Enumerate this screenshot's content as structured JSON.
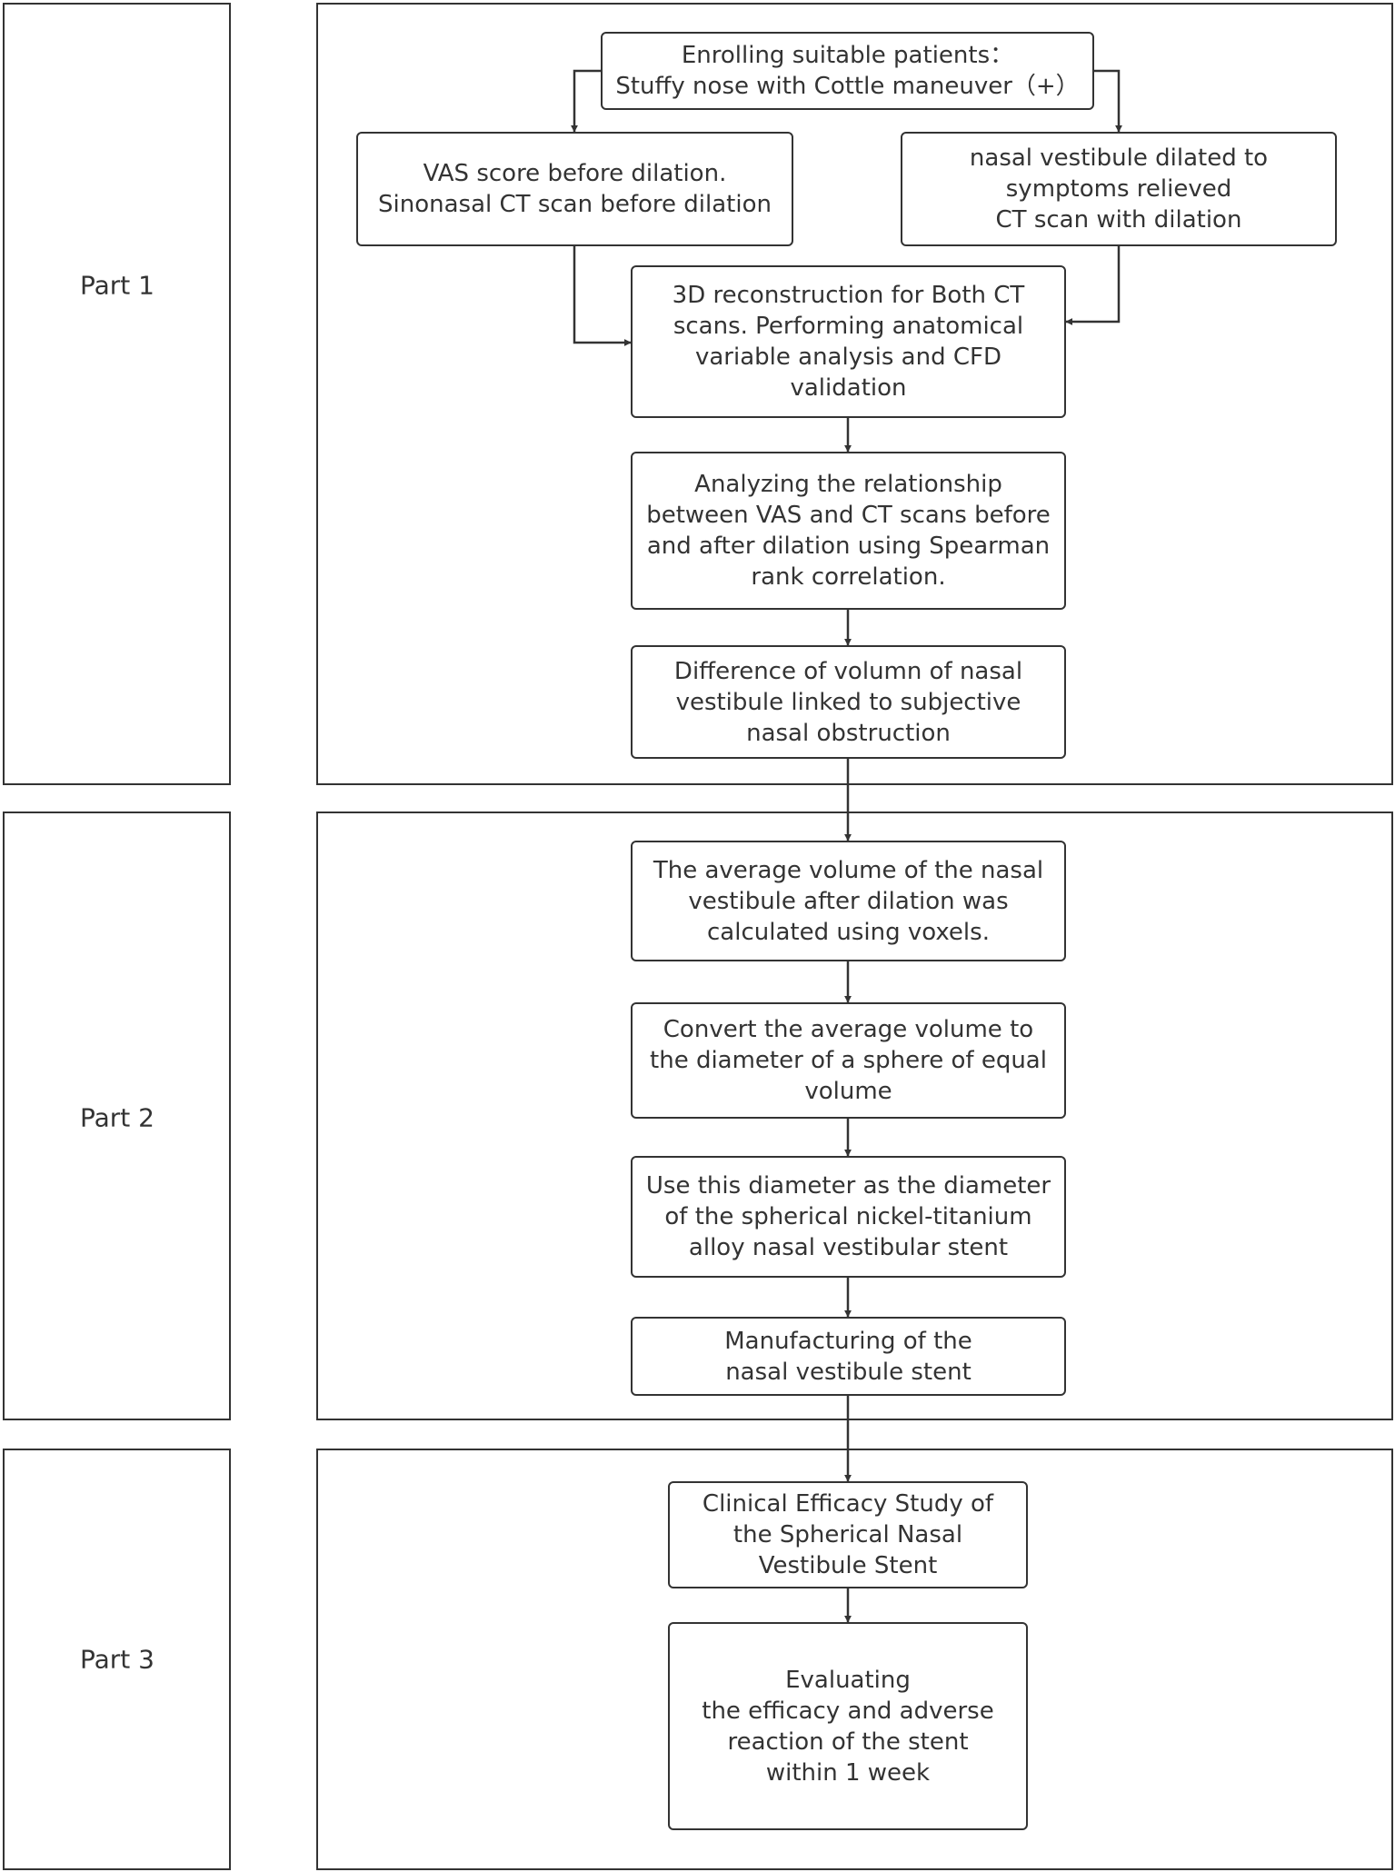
{
  "parts": [
    {
      "id": "part1",
      "label": "Part 1"
    },
    {
      "id": "part2",
      "label": "Part 2"
    },
    {
      "id": "part3",
      "label": "Part 3"
    }
  ],
  "nodes": {
    "enroll": "Enrolling suitable patients：\nStuffy nose with Cottle maneuver（+）",
    "vas_before": "VAS score before dilation.\nSinonasal CT scan before dilation",
    "dilated": "nasal vestibule dilated to\nsymptoms relieved\nCT scan with dilation",
    "recon": "3D reconstruction for Both CT\nscans. Performing anatomical\nvariable analysis and CFD\nvalidation",
    "analyze": "Analyzing the relationship\nbetween VAS and CT scans before\nand after dilation using Spearman\nrank correlation.",
    "difference": "Difference of volumn of nasal\nvestibule linked to subjective\nnasal obstruction",
    "average": "The average volume of the nasal\nvestibule after dilation was\ncalculated using voxels.",
    "convert": "Convert the average volume to\nthe diameter of a sphere of equal\nvolume",
    "use_diameter": "Use this diameter as the diameter\nof the spherical nickel-titanium\nalloy nasal vestibular stent",
    "manufacture": "Manufacturing of the\nnasal vestibule stent",
    "clinical": "Clinical Efficacy Study of\nthe Spherical Nasal\nVestibule Stent",
    "evaluate": "Evaluating\nthe efficacy and adverse\nreaction of the stent\nwithin 1 week"
  },
  "edges": [
    [
      "enroll",
      "vas_before"
    ],
    [
      "enroll",
      "dilated"
    ],
    [
      "vas_before",
      "recon"
    ],
    [
      "dilated",
      "recon"
    ],
    [
      "recon",
      "analyze"
    ],
    [
      "analyze",
      "difference"
    ],
    [
      "difference",
      "average"
    ],
    [
      "average",
      "convert"
    ],
    [
      "convert",
      "use_diameter"
    ],
    [
      "use_diameter",
      "manufacture"
    ],
    [
      "manufacture",
      "clinical"
    ],
    [
      "clinical",
      "evaluate"
    ]
  ],
  "colors": {
    "stroke": "#333333",
    "background": "#ffffff",
    "text": "#333333"
  }
}
